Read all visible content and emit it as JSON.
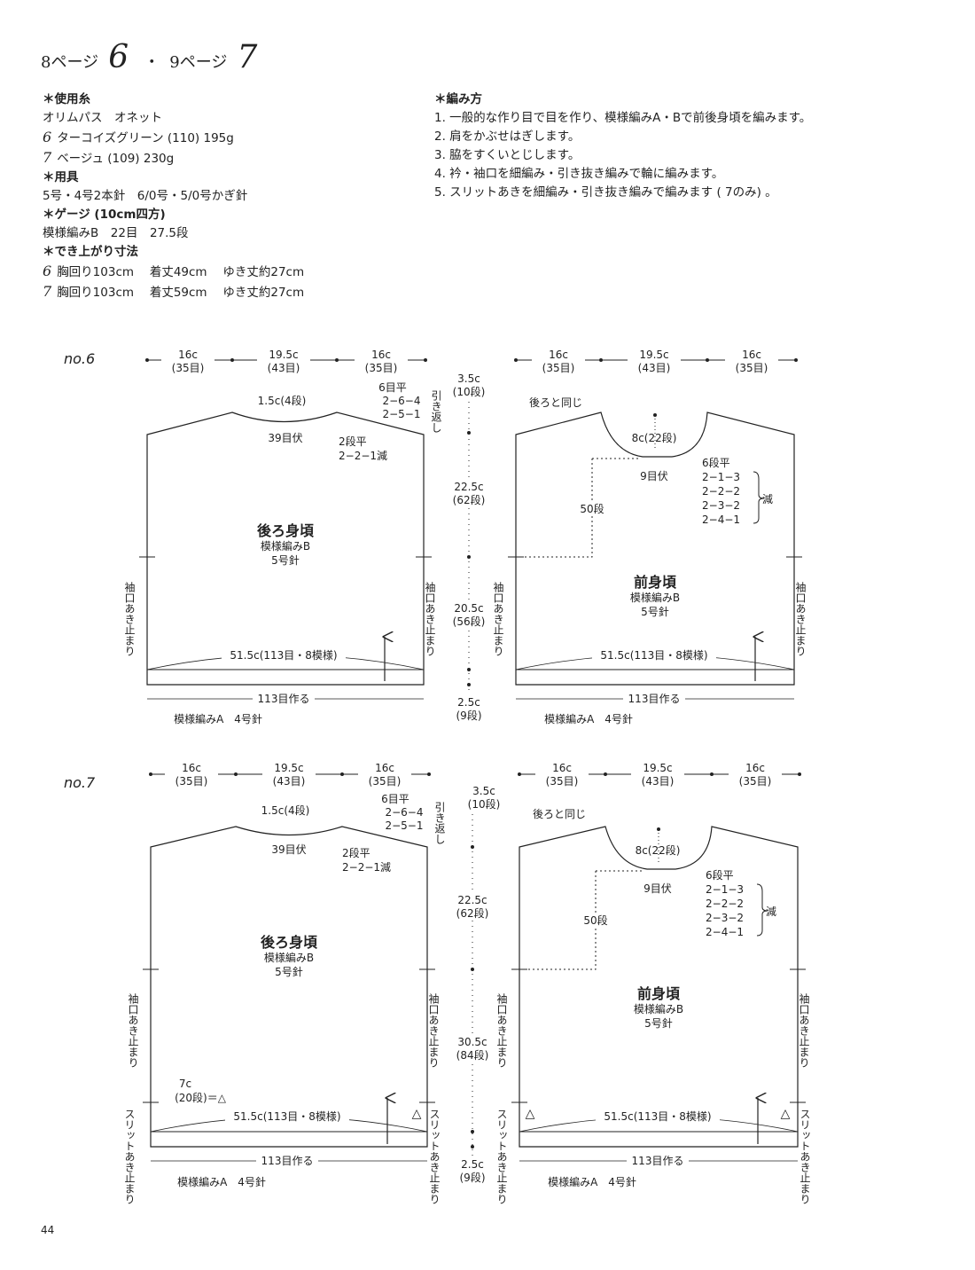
{
  "header": {
    "page_a": "8ページ",
    "num_a": "6",
    "sep": "・",
    "page_b": "9ページ",
    "num_b": "7"
  },
  "materials": {
    "yarn_heading": "＊使用糸",
    "yarn_brand": "オリムパス　オネット",
    "yarn6_num": "6",
    "yarn6": "ターコイズグリーン (110) 195g",
    "yarn7_num": "7",
    "yarn7": "ベージュ (109) 230g",
    "tools_heading": "＊用具",
    "tools": "5号・4号2本針　6/0号・5/0号かぎ針",
    "gauge_heading": "＊ゲージ (10cm四方)",
    "gauge": "模様編みB　22目　27.5段",
    "size_heading": "＊でき上がり寸法",
    "size6_num": "6",
    "size6": "胸回り103cm　 着丈49cm　 ゆき丈約27cm",
    "size7_num": "7",
    "size7": "胸回り103cm　 着丈59cm　 ゆき丈約27cm"
  },
  "method": {
    "heading": "＊編み方",
    "steps": [
      "1. 一般的な作り目で目を作り、模様編みA・Bで前後身頃を編みます。",
      "2. 肩をかぶせはぎします。",
      "3. 脇をすくいとじします。",
      "4. 衿・袖口を細編み・引き抜き編みで輪に編みます。",
      "5. スリットあきを細編み・引き抜き編みで編みます ( 7のみ) 。"
    ]
  },
  "page_number": "44",
  "no6": {
    "label": "no.6",
    "top_dims": [
      "16c",
      "(35目)",
      "19.5c",
      "(43目)",
      "16c",
      "(35目)"
    ],
    "back": {
      "title": "後ろ身頃",
      "pattern": "模様編みB",
      "needle": "5号針",
      "neck_depth": "1.5c(4段)",
      "neck_bind": "39目伏",
      "shoulder_rows": [
        "6目平",
        "2−6−4",
        "2−5−1"
      ],
      "shoulder_note": "引き返し",
      "neck_dec": [
        "2段平",
        "2−2−1減"
      ],
      "armhole_left": "袖口あき止まり",
      "armhole_right": "袖口あき止まり",
      "width": "51.5c(113目・8模様)",
      "cast_on": "113目作る",
      "ribbing": "模様編みA　4号針"
    },
    "center_dims": [
      "3.5c",
      "(10段)",
      "22.5c",
      "(62段)",
      "20.5c",
      "(56段)",
      "2.5c",
      "(9段)"
    ],
    "front": {
      "title": "前身頃",
      "pattern": "模様編みB",
      "needle": "5号針",
      "same_as_back": "後ろと同じ",
      "neck_width": "8c(22段)",
      "neck_bind": "9目伏",
      "neck_rows": "50段",
      "dec_rows": [
        "6段平",
        "2−1−3",
        "2−2−2",
        "2−3−2",
        "2−4−1"
      ],
      "dec_label": "減",
      "armhole_left": "袖口あき止まり",
      "armhole_right": "袖口あき止まり",
      "width": "51.5c(113目・8模様)",
      "cast_on": "113目作る",
      "ribbing": "模様編みA　4号針"
    }
  },
  "no7": {
    "label": "no.7",
    "top_dims": [
      "16c",
      "(35目)",
      "19.5c",
      "(43目)",
      "16c",
      "(35目)"
    ],
    "back": {
      "title": "後ろ身頃",
      "pattern": "模様編みB",
      "needle": "5号針",
      "neck_depth": "1.5c(4段)",
      "neck_bind": "39目伏",
      "shoulder_rows": [
        "6目平",
        "2−6−4",
        "2−5−1"
      ],
      "shoulder_note": "引き返し",
      "neck_dec": [
        "2段平",
        "2−2−1減"
      ],
      "armhole_left": "袖口あき止まり",
      "armhole_right": "袖口あき止まり",
      "slit_left": "スリットあき止まり",
      "slit_right": "スリットあき止まり",
      "slit_note": [
        "7c",
        "(20段)＝△"
      ],
      "triangle": "△",
      "width": "51.5c(113目・8模様)",
      "cast_on": "113目作る",
      "ribbing": "模様編みA　4号針"
    },
    "center_dims": [
      "3.5c",
      "(10段)",
      "22.5c",
      "(62段)",
      "30.5c",
      "(84段)",
      "2.5c",
      "(9段)"
    ],
    "front": {
      "title": "前身頃",
      "pattern": "模様編みB",
      "needle": "5号針",
      "same_as_back": "後ろと同じ",
      "neck_width": "8c(22段)",
      "neck_bind": "9目伏",
      "neck_rows": "50段",
      "dec_rows": [
        "6段平",
        "2−1−3",
        "2−2−2",
        "2−3−2",
        "2−4−1"
      ],
      "dec_label": "減",
      "armhole_left": "袖口あき止まり",
      "armhole_right": "袖口あき止まり",
      "slit_left": "スリットあき止まり",
      "slit_right": "スリットあき止まり",
      "triangle": "△",
      "width": "51.5c(113目・8模様)",
      "cast_on": "113目作る",
      "ribbing": "模様編みA　4号針"
    }
  }
}
